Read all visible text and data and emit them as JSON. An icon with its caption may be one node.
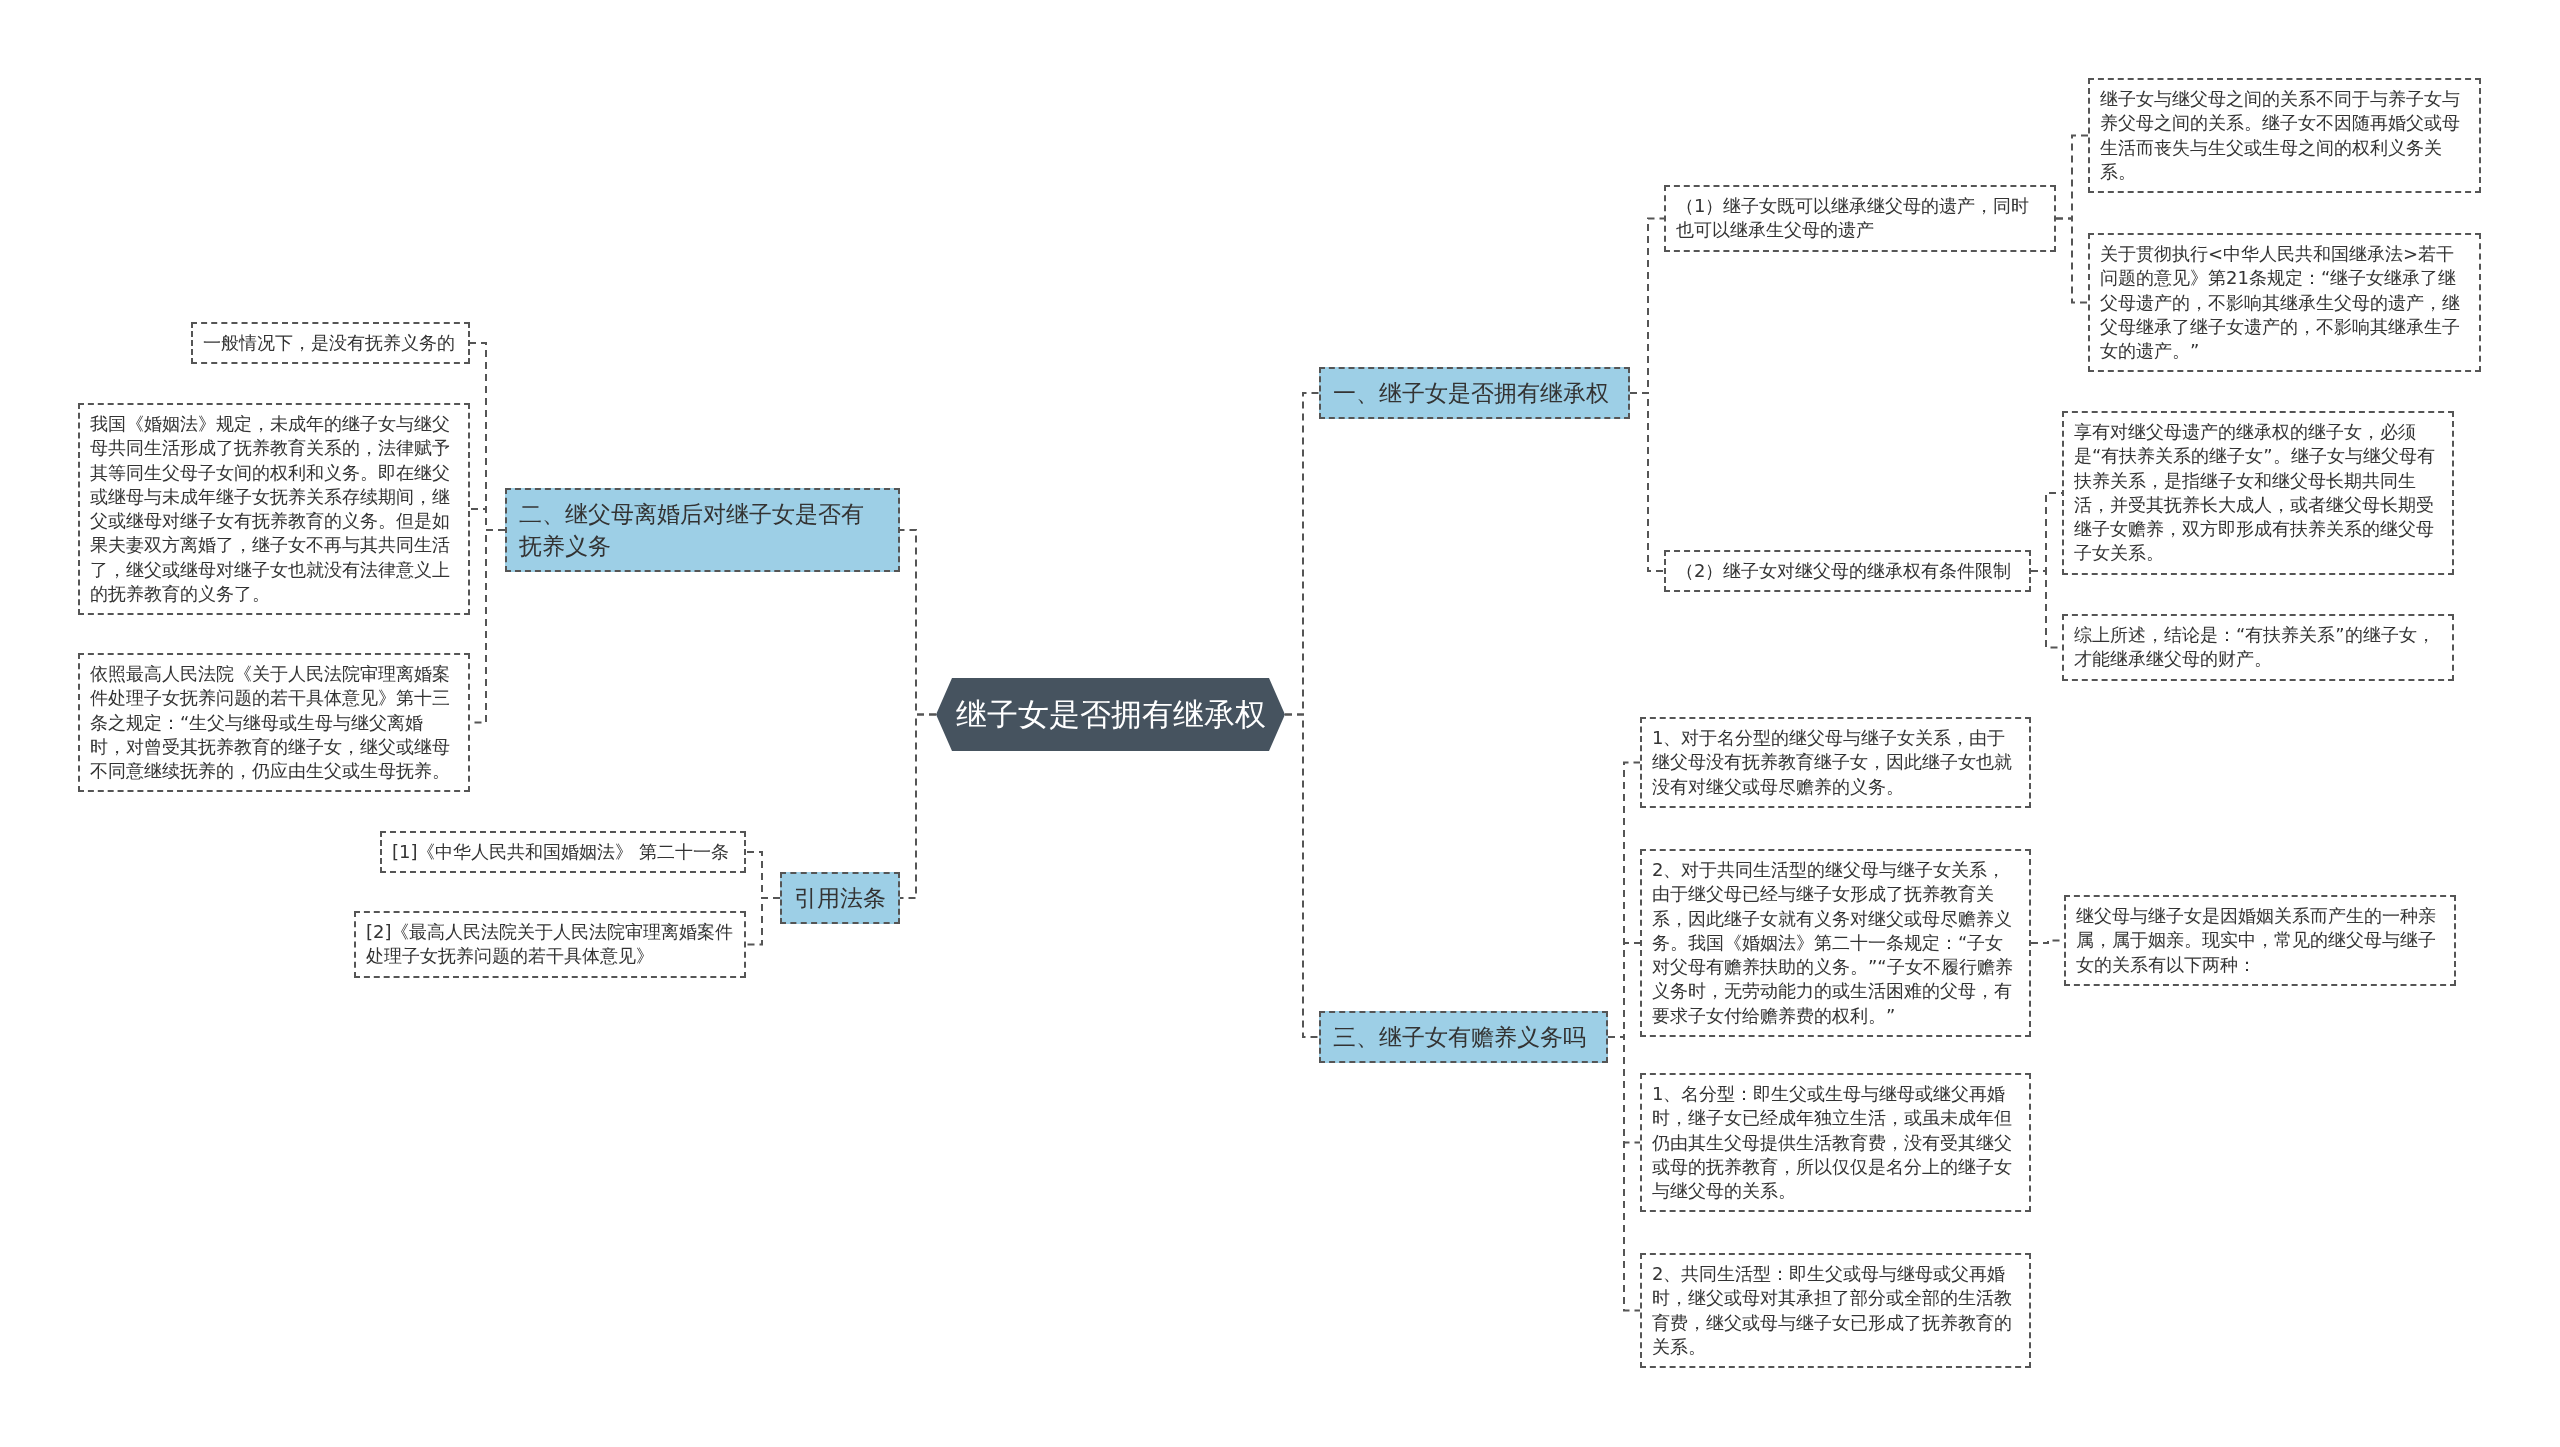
{
  "diagram": {
    "nodes": [
      {
        "text": [
          "继子女是否拥有继承权"
        ]
      },
      {
        "text": [
          "一、继子女是否拥有继承权"
        ]
      },
      {
        "text": [
          "（1）继子女既可以继承继父母的遗产，同时也可以继承生父母的遗产"
        ]
      },
      {
        "text": [
          "继子女与继父母之间的关系不同于与养子女与养父母之间的关系。继子女不因随再婚父或母生活而丧失与生父或生母之间的权利义务关系。"
        ]
      },
      {
        "text": [
          "关于贯彻执行<中华人民共和国继承法>若干问题的意见》第21条规定：“继子女继承了继父母遗产的，不影响其继承生父母的遗产，继父母继承了继子女遗产的，不影响其继承生子女的遗产。”"
        ]
      },
      {
        "text": [
          "（2）继子女对继父母的继承权有条件限制"
        ]
      },
      {
        "text": [
          "享有对继父母遗产的继承权的继子女，必须是“有扶养关系的继子女”。继子女与继父母有扶养关系，是指继子女和继父母长期共同生活，并受其抚养长大成人，或者继父母长期受继子女赡养，双方即形成有扶养关系的继父母子女关系。"
        ]
      },
      {
        "text": [
          "综上所述，结论是：“有扶养关系”的继子女，才能继承继父母的财产。"
        ]
      },
      {
        "text": [
          "二、继父母离婚后对继子女是否有抚养义务"
        ]
      },
      {
        "text": [
          "一般情况下，是没有抚养义务的"
        ]
      },
      {
        "text": [
          "我国《婚姻法》规定，未成年的继子女与继父母共同生活形成了抚养教育关系的，法律赋予其等同生父母子女间的权利和义务。即在继父或继母与未成年继子女抚养关系存续期间，继父或继母对继子女有抚养教育的义务。但是如果夫妻双方离婚了，继子女不再与其共同生活了，继父或继母对继子女也就没有法律意义上的抚养教育的义务了。"
        ]
      },
      {
        "text": [
          "依照最高人民法院《关于人民法院审理离婚案件处理子女抚养问题的若干具体意见》第十三条之规定：“生父与继母或生母与继父离婚时，对曾受其抚养教育的继子女，继父或继母不同意继续抚养的，仍应由生父或生母抚养。"
        ]
      },
      {
        "text": [
          "引用法条"
        ]
      },
      {
        "text": [
          "[1]《中华人民共和国婚姻法》 第二十一条"
        ]
      },
      {
        "text": [
          "[2]《最高人民法院关于人民法院审理离婚案件处理子女抚养问题的若干具体意见》"
        ]
      },
      {
        "text": [
          "三、继子女有赡养义务吗"
        ]
      },
      {
        "text": [
          "1、对于名分型的继父母与继子女关系，由于继父母没有抚养教育继子女，因此继子女也就没有对继父或母尽赡养的义务。"
        ]
      },
      {
        "text": [
          "2、对于共同生活型的继父母与继子女关系，由于继父母已经与继子女形成了抚养教育关系，因此继子女就有义务对继父或母尽赡养义务。我国《婚姻法》第二十一条规定：“子女对父母有赡养扶助的义务。”“子女不履行赡养义务时，无劳动能力的或生活困难的父母，有要求子女付给赡养费的权利。”"
        ]
      },
      {
        "text": [
          "继父母与继子女是因婚姻关系而产生的一种亲属，属于姻亲。现实中，常见的继父母与继子女的关系有以下两种："
        ]
      },
      {
        "text": [
          "1、名分型：即生父或生母与继母或继父再婚时，继子女已经成年独立生活，或虽未成年但仍由其生父母提供生活教育费，没有受其继父或母的抚养教育，所以仅仅是名分上的继子女与继父母的关系。"
        ]
      },
      {
        "text": [
          "2、共同生活型：即生父或母与继母或父再婚时，继父或母对其承担了部分或全部的生活教育费，继父或母与继子女已形成了抚养教育的关系。"
        ]
      }
    ],
    "edges": [
      {
        "from": 0,
        "to": 1,
        "arrow": "none"
      },
      {
        "from": 1,
        "to": 2,
        "arrow": "none"
      },
      {
        "from": 2,
        "to": 3,
        "arrow": "none"
      },
      {
        "from": 2,
        "to": 4,
        "arrow": "none"
      },
      {
        "from": 1,
        "to": 5,
        "arrow": "none"
      },
      {
        "from": 5,
        "to": 6,
        "arrow": "none"
      },
      {
        "from": 5,
        "to": 7,
        "arrow": "none"
      },
      {
        "from": 0,
        "to": 8,
        "arrow": "none"
      },
      {
        "from": 8,
        "to": 9,
        "arrow": "none"
      },
      {
        "from": 8,
        "to": 10,
        "arrow": "none"
      },
      {
        "from": 8,
        "to": 11,
        "arrow": "none"
      },
      {
        "from": 0,
        "to": 12,
        "arrow": "none"
      },
      {
        "from": 12,
        "to": 13,
        "arrow": "none"
      },
      {
        "from": 12,
        "to": 14,
        "arrow": "none"
      },
      {
        "from": 0,
        "to": 15,
        "arrow": "none"
      },
      {
        "from": 15,
        "to": 16,
        "arrow": "none"
      },
      {
        "from": 15,
        "to": 17,
        "arrow": "none"
      },
      {
        "from": 17,
        "to": 18,
        "arrow": "none"
      },
      {
        "from": 15,
        "to": 19,
        "arrow": "none"
      },
      {
        "from": 15,
        "to": 20,
        "arrow": "none"
      }
    ]
  }
}
